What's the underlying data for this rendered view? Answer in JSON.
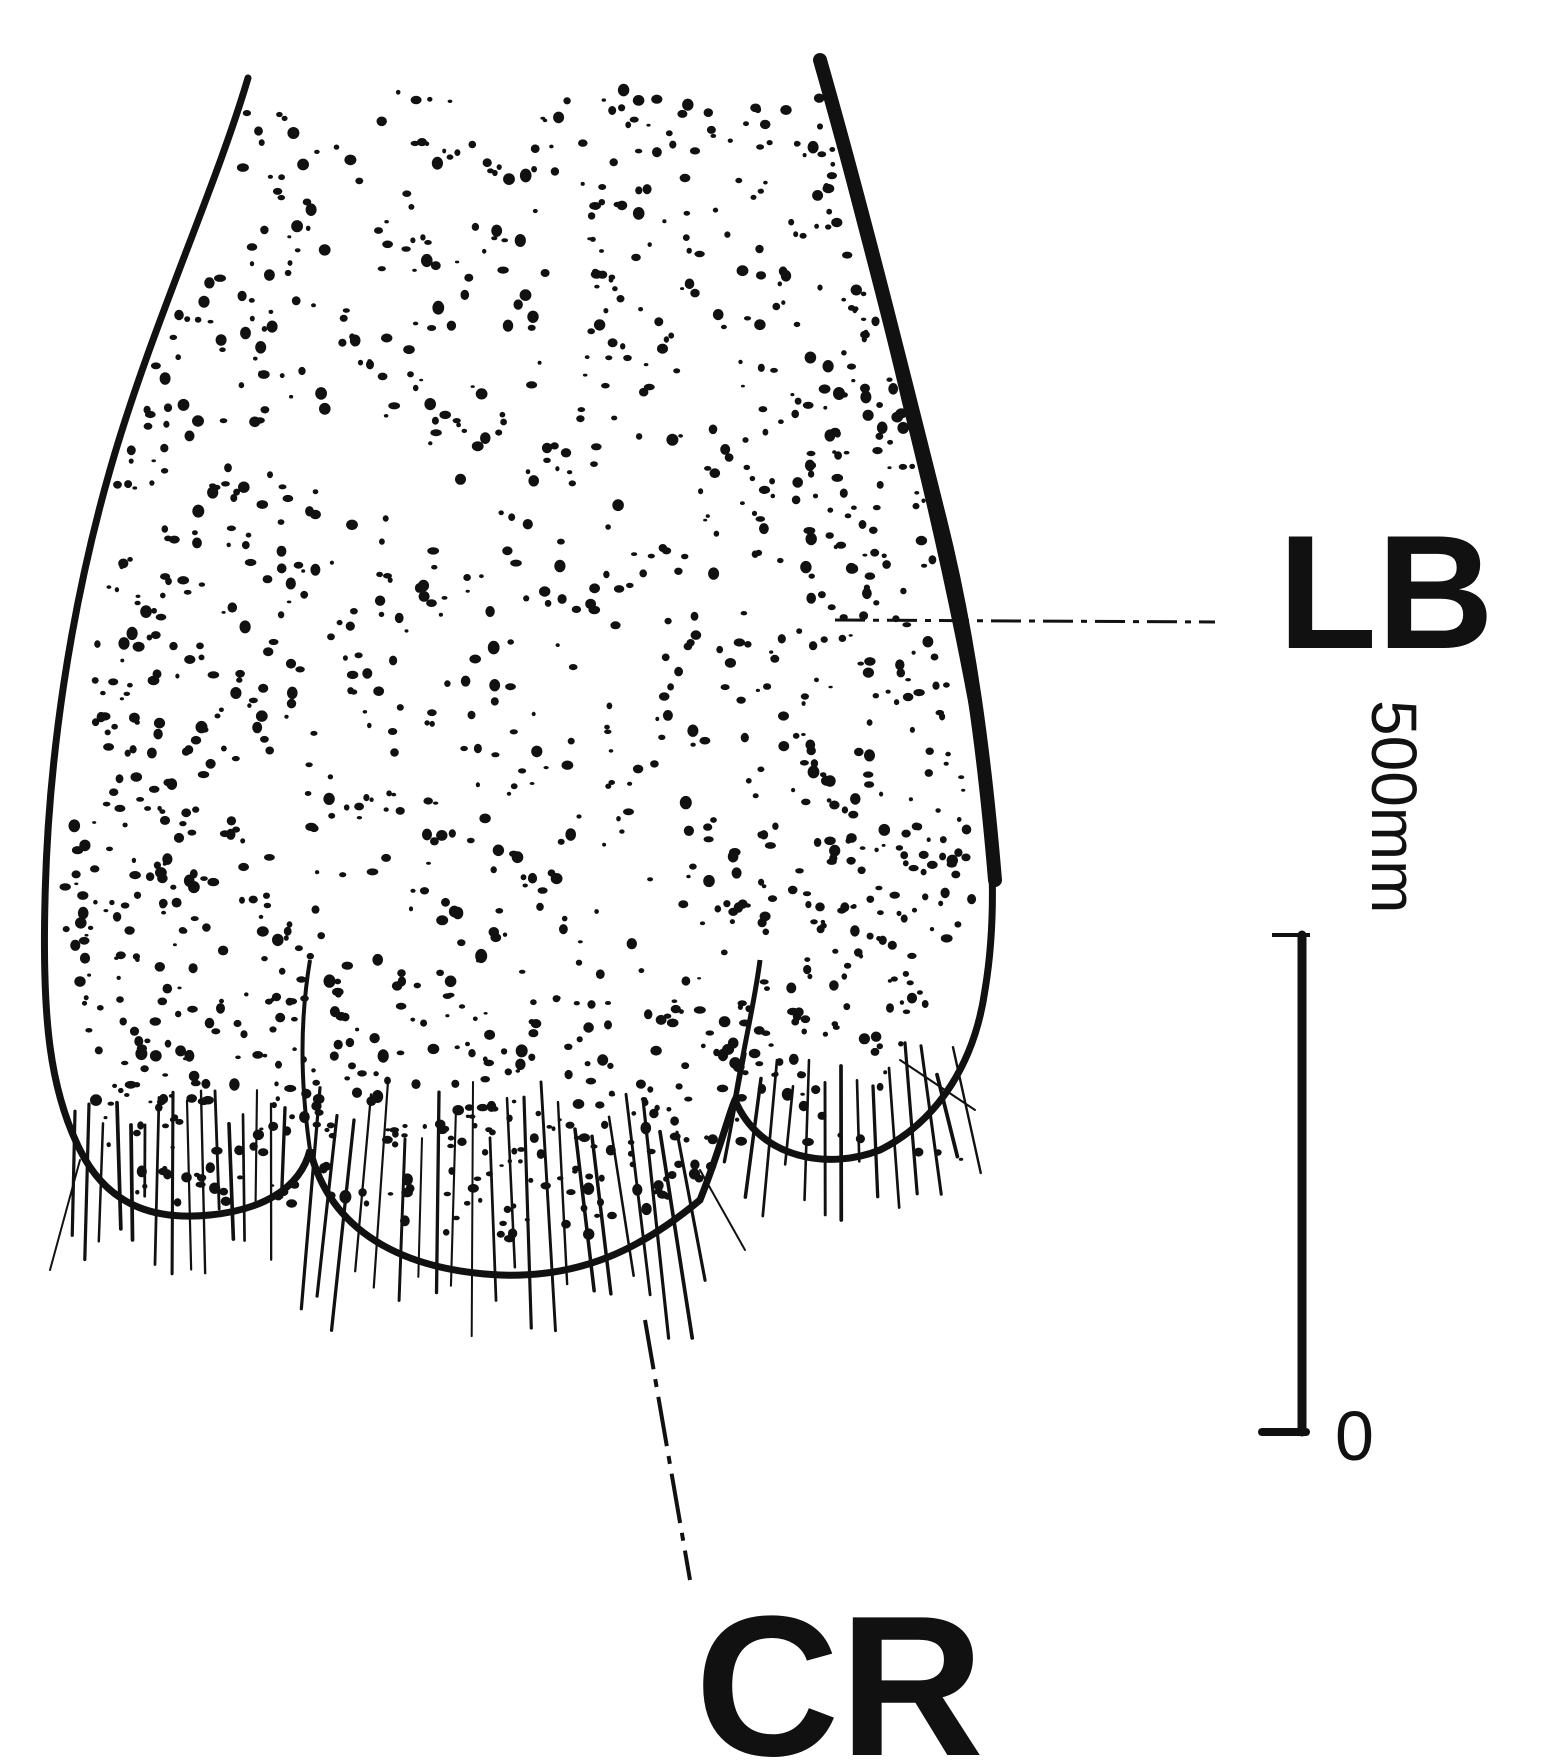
{
  "figure": {
    "labels": {
      "lb": "LB",
      "cr": "CR"
    },
    "scale_bar": {
      "top_label": "500mm",
      "bottom_label": "0"
    }
  },
  "colors": {
    "ink": "#111111",
    "background": "#ffffff"
  }
}
